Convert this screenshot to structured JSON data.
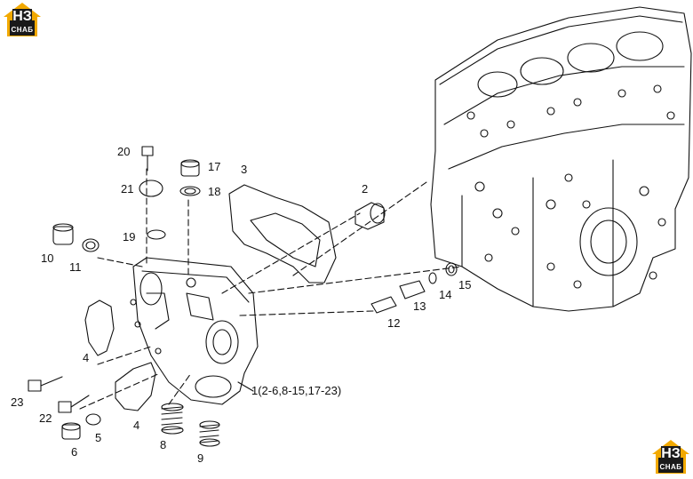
{
  "brand": {
    "logo_top_big": "НЗ",
    "logo_top_small": "CHAБ",
    "logo_bottom_big": "НЗ",
    "logo_bottom_small": "CHAБ",
    "accent_color": "#f2a900",
    "dark_color": "#1a1a1a"
  },
  "callouts": {
    "c1": "1(2-6,8-15,17-23)",
    "c2": "2",
    "c3": "3",
    "c4a": "4",
    "c4b": "4",
    "c5": "5",
    "c6": "6",
    "c8": "8",
    "c9": "9",
    "c10": "10",
    "c11": "11",
    "c12": "12",
    "c13": "13",
    "c14": "14",
    "c15": "15",
    "c17": "17",
    "c18": "18",
    "c19": "19",
    "c20": "20",
    "c21": "21",
    "c22": "22",
    "c23": "23"
  }
}
